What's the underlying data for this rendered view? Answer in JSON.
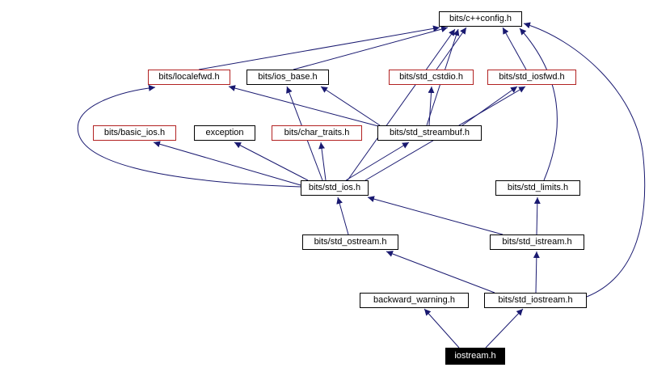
{
  "diagram": {
    "kind": "include-dependency-graph",
    "colors": {
      "edge": "#191970",
      "node_border_default": "#000000",
      "node_border_truncated": "#b22222",
      "node_bg": "#ffffff",
      "text": "#000000",
      "highlight_bg": "#000000",
      "highlight_text": "#ffffff"
    },
    "nodes": [
      {
        "id": "config",
        "label": "bits/c++config.h",
        "style": "default"
      },
      {
        "id": "localefwd",
        "label": "bits/localefwd.h",
        "style": "truncated"
      },
      {
        "id": "ios_base",
        "label": "bits/ios_base.h",
        "style": "default"
      },
      {
        "id": "std_cstdio",
        "label": "bits/std_cstdio.h",
        "style": "truncated"
      },
      {
        "id": "std_iosfwd",
        "label": "bits/std_iosfwd.h",
        "style": "truncated"
      },
      {
        "id": "basic_ios",
        "label": "bits/basic_ios.h",
        "style": "truncated"
      },
      {
        "id": "exception",
        "label": "exception",
        "style": "default"
      },
      {
        "id": "char_traits",
        "label": "bits/char_traits.h",
        "style": "truncated"
      },
      {
        "id": "streambuf",
        "label": "bits/std_streambuf.h",
        "style": "default"
      },
      {
        "id": "std_ios",
        "label": "bits/std_ios.h",
        "style": "default"
      },
      {
        "id": "std_limits",
        "label": "bits/std_limits.h",
        "style": "default"
      },
      {
        "id": "std_ostream",
        "label": "bits/std_ostream.h",
        "style": "default"
      },
      {
        "id": "std_istream",
        "label": "bits/std_istream.h",
        "style": "default"
      },
      {
        "id": "backward",
        "label": "backward_warning.h",
        "style": "default"
      },
      {
        "id": "std_iostream",
        "label": "bits/std_iostream.h",
        "style": "default"
      },
      {
        "id": "iostream",
        "label": "iostream.h",
        "style": "highlight"
      }
    ],
    "edges": [
      {
        "from": "localefwd",
        "to": "config"
      },
      {
        "from": "ios_base",
        "to": "config"
      },
      {
        "from": "std_cstdio",
        "to": "config"
      },
      {
        "from": "std_iosfwd",
        "to": "config"
      },
      {
        "from": "streambuf",
        "to": "config"
      },
      {
        "from": "streambuf",
        "to": "std_cstdio"
      },
      {
        "from": "streambuf",
        "to": "std_iosfwd"
      },
      {
        "from": "streambuf",
        "to": "localefwd"
      },
      {
        "from": "streambuf",
        "to": "ios_base"
      },
      {
        "from": "std_ios",
        "to": "config"
      },
      {
        "from": "std_ios",
        "to": "std_iosfwd"
      },
      {
        "from": "std_ios",
        "to": "localefwd"
      },
      {
        "from": "std_ios",
        "to": "ios_base"
      },
      {
        "from": "std_ios",
        "to": "basic_ios"
      },
      {
        "from": "std_ios",
        "to": "exception"
      },
      {
        "from": "std_ios",
        "to": "char_traits"
      },
      {
        "from": "std_ios",
        "to": "streambuf"
      },
      {
        "from": "std_ostream",
        "to": "std_ios"
      },
      {
        "from": "std_istream",
        "to": "std_ios"
      },
      {
        "from": "std_istream",
        "to": "std_limits"
      },
      {
        "from": "std_limits",
        "to": "config"
      },
      {
        "from": "std_iostream",
        "to": "std_istream"
      },
      {
        "from": "std_iostream",
        "to": "std_ostream"
      },
      {
        "from": "std_iostream",
        "to": "config"
      },
      {
        "from": "iostream",
        "to": "backward"
      },
      {
        "from": "iostream",
        "to": "std_iostream"
      }
    ]
  }
}
